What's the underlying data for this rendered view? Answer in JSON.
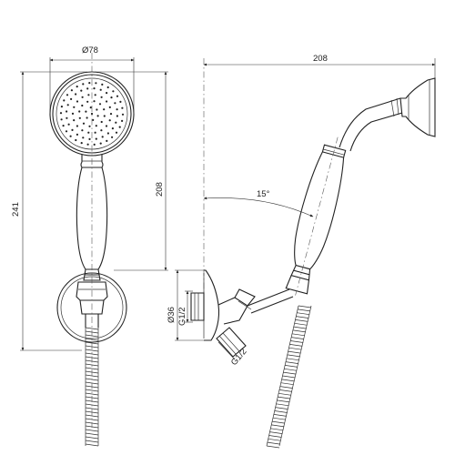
{
  "dimensions": {
    "head_diameter": "Ø78",
    "total_height": "241",
    "holder_height": "208",
    "projection": "208",
    "angle": "15°",
    "outlet_diameter": "Ø36",
    "thread_outlet": "G1/2",
    "thread_hose": "G1/2"
  }
}
